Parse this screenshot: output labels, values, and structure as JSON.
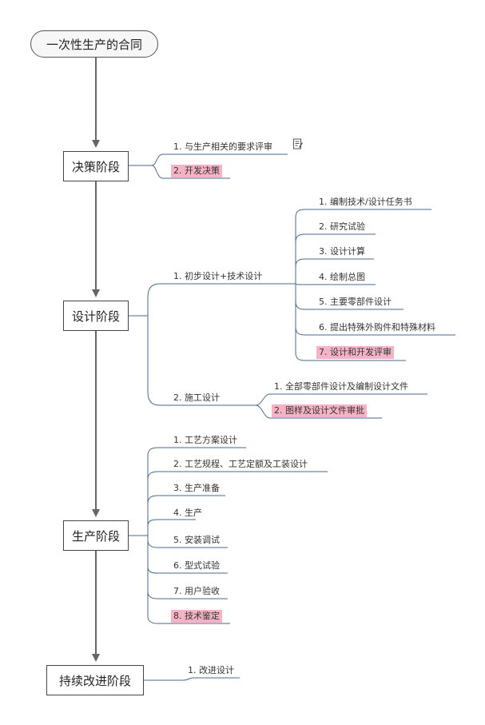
{
  "root": {
    "label": "一次性生产的合同"
  },
  "stages": [
    {
      "label": "决策阶段",
      "items": [
        {
          "label": "1. 与生产相关的要求评审",
          "highlight": false,
          "note_icon": "note-icon"
        },
        {
          "label": "2. 开发决策",
          "highlight": true
        }
      ]
    },
    {
      "label": "设计阶段",
      "items": [
        {
          "label": "1. 初步设计+技术设计",
          "highlight": false,
          "children": [
            {
              "label": "1. 编制技术/设计任务书",
              "highlight": false
            },
            {
              "label": "2. 研究试验",
              "highlight": false
            },
            {
              "label": "3. 设计计算",
              "highlight": false
            },
            {
              "label": "4. 绘制总图",
              "highlight": false
            },
            {
              "label": "5. 主要零部件设计",
              "highlight": false
            },
            {
              "label": "6. 提出特殊外购件和特殊材料",
              "highlight": false
            },
            {
              "label": "7. 设计和开发评审",
              "highlight": true
            }
          ]
        },
        {
          "label": "2. 施工设计",
          "highlight": false,
          "children": [
            {
              "label": "1. 全部零部件设计及编制设计文件",
              "highlight": false
            },
            {
              "label": "2. 图样及设计文件审批",
              "highlight": true
            }
          ]
        }
      ]
    },
    {
      "label": "生产阶段",
      "items": [
        {
          "label": "1. 工艺方案设计",
          "highlight": false
        },
        {
          "label": "2. 工艺规程、工艺定额及工装设计",
          "highlight": false
        },
        {
          "label": "3. 生产准备",
          "highlight": false
        },
        {
          "label": "4. 生产",
          "highlight": false
        },
        {
          "label": "5. 安装调试",
          "highlight": false
        },
        {
          "label": "6. 型式试验",
          "highlight": false
        },
        {
          "label": "7. 用户验收",
          "highlight": false
        },
        {
          "label": "8. 技术鉴定",
          "highlight": true
        }
      ]
    },
    {
      "label": "持续改进阶段",
      "items": [
        {
          "label": "1. 改进设计",
          "highlight": false
        }
      ]
    }
  ],
  "colors": {
    "line": "#555555",
    "leaf_line": "#4a6a8a",
    "highlight": "#f7b3c6",
    "arrow": "#666666"
  }
}
